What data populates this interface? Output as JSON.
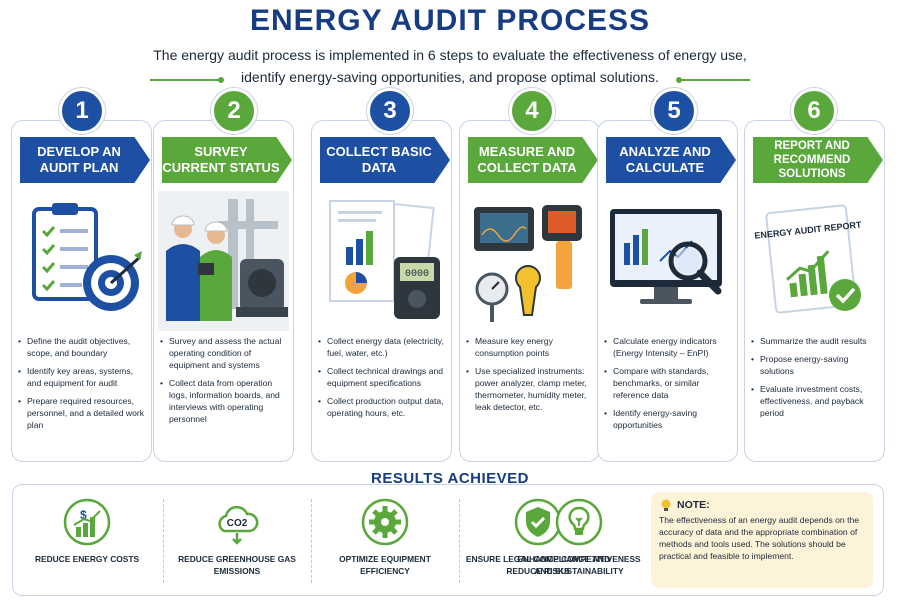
{
  "header": {
    "title": "ENERGY AUDIT PROCESS",
    "subtitle_line1": "The energy audit process is implemented in 6 steps to evaluate the effectiveness of energy use,",
    "subtitle_line2": "identify energy-saving opportunities, and propose optimal solutions."
  },
  "colors": {
    "blue": "#1d4fa3",
    "green": "#5aa83c",
    "navy": "#163d82"
  },
  "steps": [
    {
      "number": "1",
      "title": "DEVELOP AN AUDIT PLAN",
      "color": "#1d4fa3",
      "bullets": [
        "Define the audit objectives, scope, and boundary",
        "Identify key areas, systems, and equipment for audit",
        "Prepare required resources, personnel, and a detailed work plan"
      ]
    },
    {
      "number": "2",
      "title": "SURVEY CURRENT STATUS",
      "color": "#5aa83c",
      "bullets": [
        "Survey and assess the actual operating condition of equipment and systems",
        "Collect data from operation logs, information boards, and interviews with operating personnel"
      ]
    },
    {
      "number": "3",
      "title": "COLLECT BASIC DATA",
      "color": "#1d4fa3",
      "bullets": [
        "Collect energy data (electricity, fuel, water, etc.)",
        "Collect technical drawings and equipment specifications",
        "Collect production output data, operating hours, etc."
      ],
      "meter_text": "0000"
    },
    {
      "number": "4",
      "title": "MEASURE AND COLLECT DATA",
      "color": "#5aa83c",
      "bullets": [
        "Measure key energy consumption points",
        "Use specialized instruments: power analyzer, clamp meter, thermometer, humidity meter, leak detector, etc."
      ]
    },
    {
      "number": "5",
      "title": "ANALYZE AND CALCULATE",
      "color": "#1d4fa3",
      "bullets": [
        "Calculate energy indicators (Energy Intensity – EnPI)",
        "Compare with standards, benchmarks, or similar reference data",
        "Identify energy-saving opportunities"
      ]
    },
    {
      "number": "6",
      "title": "REPORT AND RECOMMEND SOLUTIONS",
      "color": "#5aa83c",
      "bullets": [
        "Summarize the audit results",
        "Propose energy-saving solutions",
        "Evaluate investment costs, effectiveness, and payback period"
      ],
      "report_title": "ENERGY AUDIT REPORT"
    }
  ],
  "results": {
    "title": "RESULTS ACHIEVED",
    "items": [
      {
        "label": "REDUCE ENERGY COSTS",
        "icon": "dollar-chart-icon"
      },
      {
        "label": "REDUCE GREENHOUSE GAS EMISSIONS",
        "icon": "co2-cloud-icon",
        "icon_text": "CO2"
      },
      {
        "label": "OPTIMIZE EQUIPMENT EFFICIENCY",
        "icon": "gears-icon"
      },
      {
        "label": "ENSURE LEGAL COMPLIANCE AND REDUCE RISKS",
        "icon": "shield-check-icon"
      },
      {
        "label": "ENHANCE COMPETITIVENESS AND SUSTAINABILITY",
        "icon": "lightbulb-leaf-icon"
      }
    ]
  },
  "note": {
    "title": "NOTE:",
    "text": "The effectiveness of an energy audit depends on the accuracy of data and the appropriate combination of methods and tools used. The solutions should be practical and feasible to implement."
  }
}
